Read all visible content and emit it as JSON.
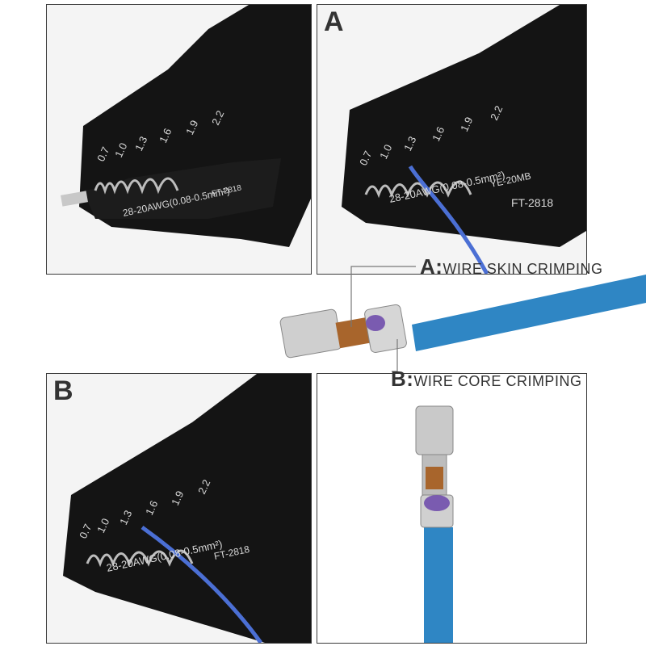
{
  "panels": {
    "a_letter": "A",
    "b_letter": "B"
  },
  "plier": {
    "sizes": [
      "0.7",
      "1.0",
      "1.3",
      "1.6",
      "1.9",
      "2.2"
    ],
    "awg": "28-20AWG(0.08-0.5mm²)",
    "model": "FT-2818",
    "sub_model": "YE-20MB"
  },
  "callouts": {
    "a_letter": "A:",
    "a_text": "WIRE SKIN CRIMPING",
    "b_letter": "B:",
    "b_text": "WIRE CORE CRIMPING"
  },
  "colors": {
    "plier": "#141414",
    "wire_blue": "#2f86c4",
    "thin_wire": "#4b6fd4",
    "terminal_silver": "#c9c9c9",
    "copper": "#a8652c"
  }
}
